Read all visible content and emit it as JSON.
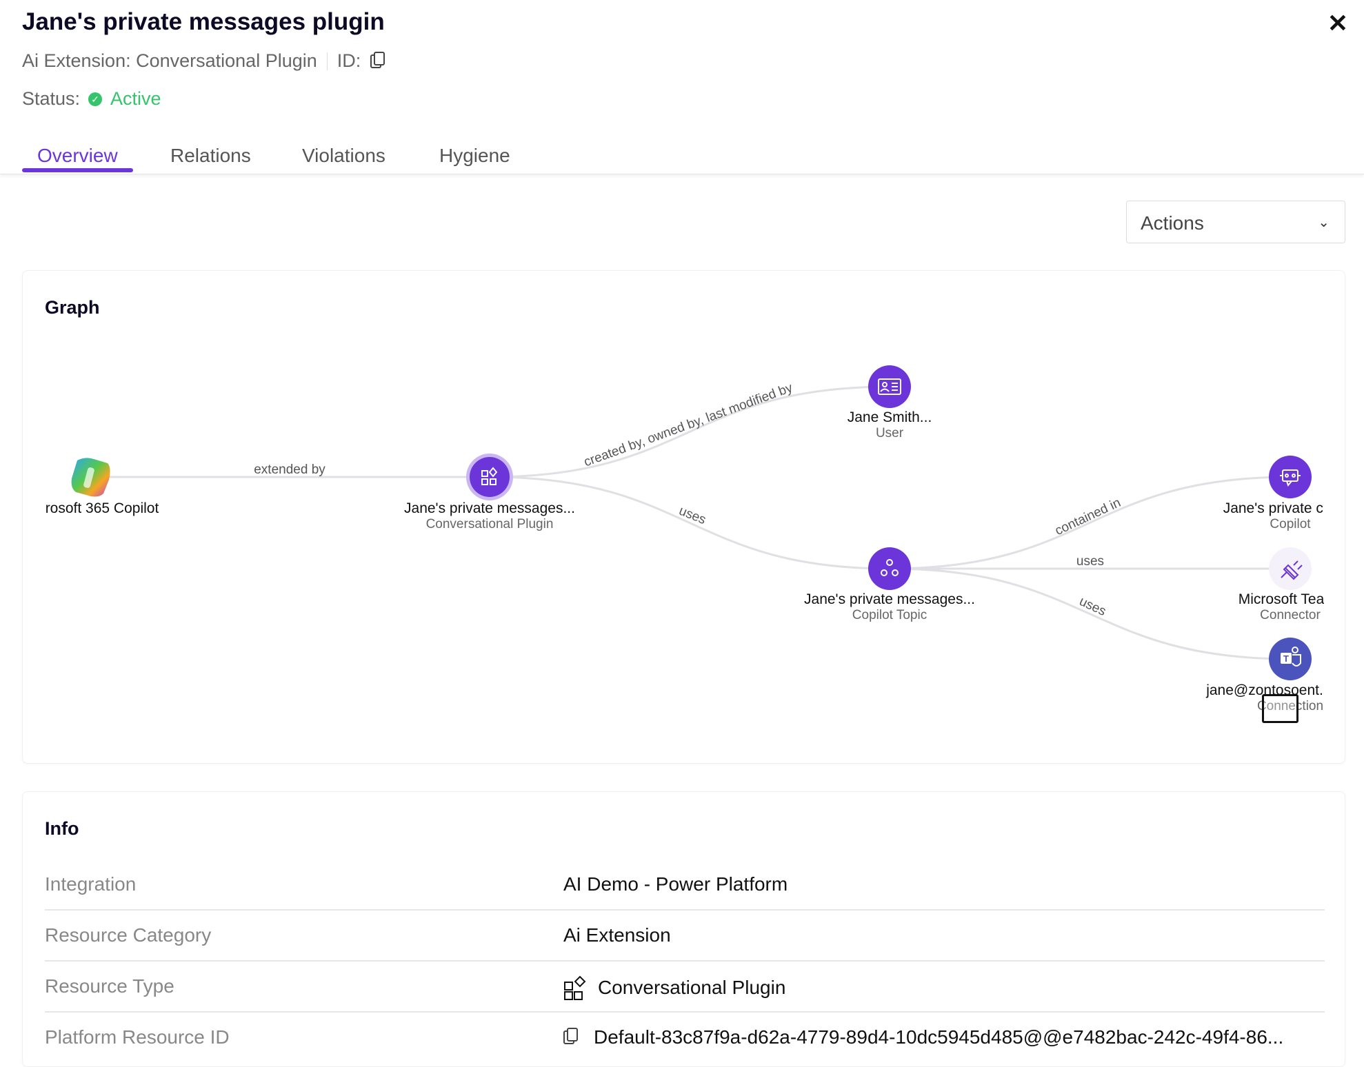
{
  "header": {
    "title": "Jane's private messages plugin",
    "subtitle": "Ai Extension: Conversational Plugin",
    "id_label": "ID:",
    "status_label": "Status:",
    "status_value": "Active",
    "status_color": "#34c46c",
    "close_icon": "close-icon"
  },
  "tabs": [
    {
      "label": "Overview",
      "selected": true
    },
    {
      "label": "Relations"
    },
    {
      "label": "Violations"
    },
    {
      "label": "Hygiene"
    }
  ],
  "accent": "#6b35d9",
  "actions": {
    "label": "Actions"
  },
  "graph": {
    "title": "Graph",
    "nodes": [
      {
        "name": "rosoft 365 Copilot",
        "type": "",
        "icon": "copilot-logo-icon"
      },
      {
        "name": "Jane's private messages...",
        "type": "Conversational Plugin",
        "icon": "plugin-grid-icon"
      },
      {
        "name": "Jane Smith...",
        "type": "User",
        "icon": "user-card-icon"
      },
      {
        "name": "Jane's private messages...",
        "type": "Copilot Topic",
        "icon": "topic-icon"
      },
      {
        "name": "Jane's private cha",
        "type": "Copilot",
        "icon": "bot-chat-icon"
      },
      {
        "name": "Microsoft Tea",
        "type": "Connector",
        "icon": "plug-icon"
      },
      {
        "name": "jane@zontosoent.",
        "type": "Connection",
        "icon": "teams-icon"
      }
    ],
    "edges": [
      {
        "label": "extended by"
      },
      {
        "label": "created by, owned by, last modified by"
      },
      {
        "label": "uses"
      },
      {
        "label": "contained in"
      },
      {
        "label": "uses"
      },
      {
        "label": "uses"
      }
    ]
  },
  "info": {
    "title": "Info",
    "rows": [
      {
        "label": "Integration",
        "value": "AI Demo - Power Platform"
      },
      {
        "label": "Resource Category",
        "value": "Ai Extension"
      },
      {
        "label": "Resource Type",
        "value": "Conversational Plugin"
      },
      {
        "label": "Platform Resource ID",
        "value": "Default-83c87f9a-d62a-4779-89d4-10dc5945d485@@e7482bac-242c-49f4-86..."
      }
    ]
  }
}
